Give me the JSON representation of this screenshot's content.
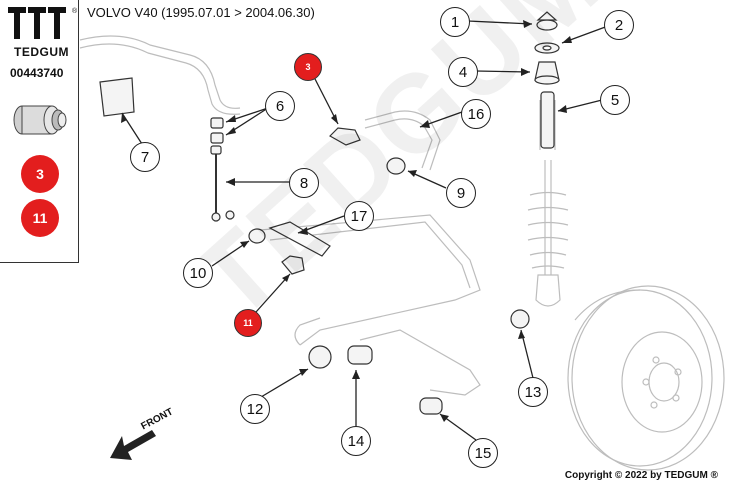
{
  "header": {
    "title": "VOLVO V40 (1995.07.01 > 2004.06.30)"
  },
  "sidebar": {
    "brand": "TEDGUM",
    "brand_mark": "®",
    "part_number": "00443740",
    "highlight_positions": [
      "3",
      "11"
    ]
  },
  "diagram": {
    "callouts": [
      "1",
      "2",
      "3",
      "4",
      "5",
      "6",
      "7",
      "8",
      "9",
      "10",
      "11",
      "12",
      "13",
      "14",
      "15",
      "16",
      "17"
    ],
    "highlighted": [
      "3",
      "11"
    ],
    "front_label": "FRONT",
    "watermark": "TEDGUM"
  },
  "footer": {
    "copyright": "Copyright © 2022 by TEDGUM ®"
  },
  "colors": {
    "highlight": "#e31e1e",
    "line": "#222222",
    "sketch": "#b9b9b9"
  }
}
